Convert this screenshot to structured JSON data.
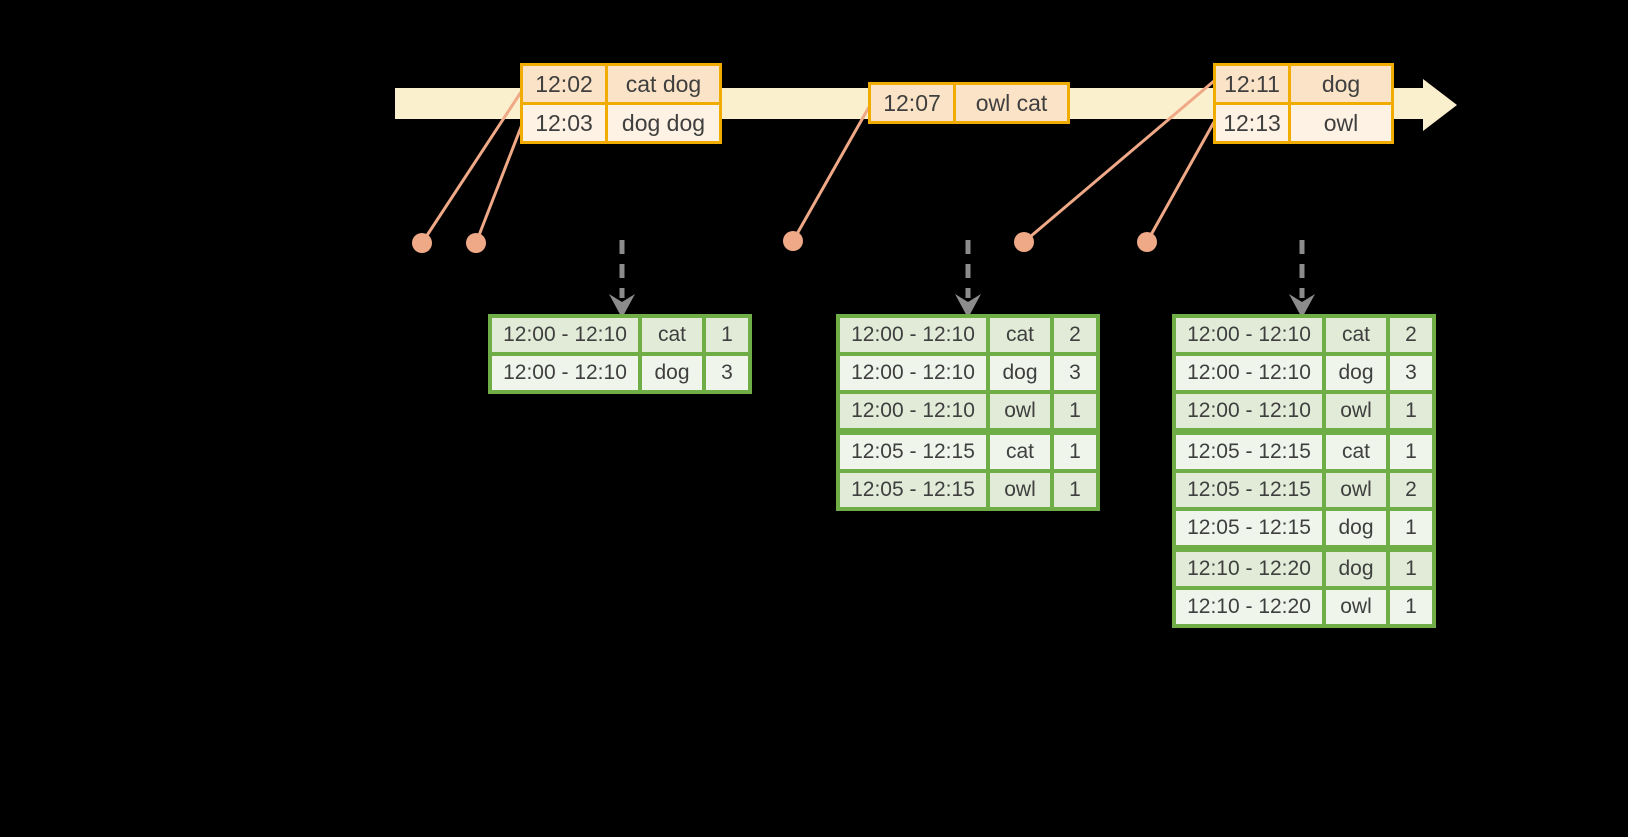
{
  "colors": {
    "background": "#000000",
    "timeline_fill": "#FBF0CD",
    "event_border": "#F0AC00",
    "event_row_fill_dark": "#FAE3C6",
    "event_row_fill_light": "#FDF2E3",
    "connector": "#EFA987",
    "trigger_arrow": "#8C8C8C",
    "result_border": "#6FAD47",
    "result_row_fill_dark": "#E1EBD7",
    "result_row_fill_light": "#F0F5EC",
    "text": "#3F3F3F"
  },
  "icons": {
    "timeline_arrowhead": "right-arrow",
    "trigger_arrowhead": "down-arrow",
    "event_dot": "filled-circle"
  },
  "timeline": {
    "events": [
      {
        "rows": [
          {
            "time": "12:02",
            "words": "cat dog"
          },
          {
            "time": "12:03",
            "words": "dog dog"
          }
        ]
      },
      {
        "rows": [
          {
            "time": "12:07",
            "words": "owl cat"
          }
        ]
      },
      {
        "rows": [
          {
            "time": "12:11",
            "words": "dog"
          },
          {
            "time": "12:13",
            "words": "owl"
          }
        ]
      }
    ]
  },
  "result_tables": [
    {
      "rows": [
        [
          "12:00 - 12:10",
          "cat",
          "1"
        ],
        [
          "12:00 - 12:10",
          "dog",
          "3"
        ]
      ]
    },
    {
      "rows": [
        [
          "12:00 - 12:10",
          "cat",
          "2"
        ],
        [
          "12:00 - 12:10",
          "dog",
          "3"
        ],
        [
          "12:00 - 12:10",
          "owl",
          "1"
        ],
        [
          "12:05 - 12:15",
          "cat",
          "1"
        ],
        [
          "12:05 - 12:15",
          "owl",
          "1"
        ]
      ]
    },
    {
      "rows": [
        [
          "12:00 - 12:10",
          "cat",
          "2"
        ],
        [
          "12:00 - 12:10",
          "dog",
          "3"
        ],
        [
          "12:00 - 12:10",
          "owl",
          "1"
        ],
        [
          "12:05 - 12:15",
          "cat",
          "1"
        ],
        [
          "12:05 - 12:15",
          "owl",
          "2"
        ],
        [
          "12:05 - 12:15",
          "dog",
          "1"
        ],
        [
          "12:10 - 12:20",
          "dog",
          "1"
        ],
        [
          "12:10 - 12:20",
          "owl",
          "1"
        ]
      ]
    }
  ]
}
